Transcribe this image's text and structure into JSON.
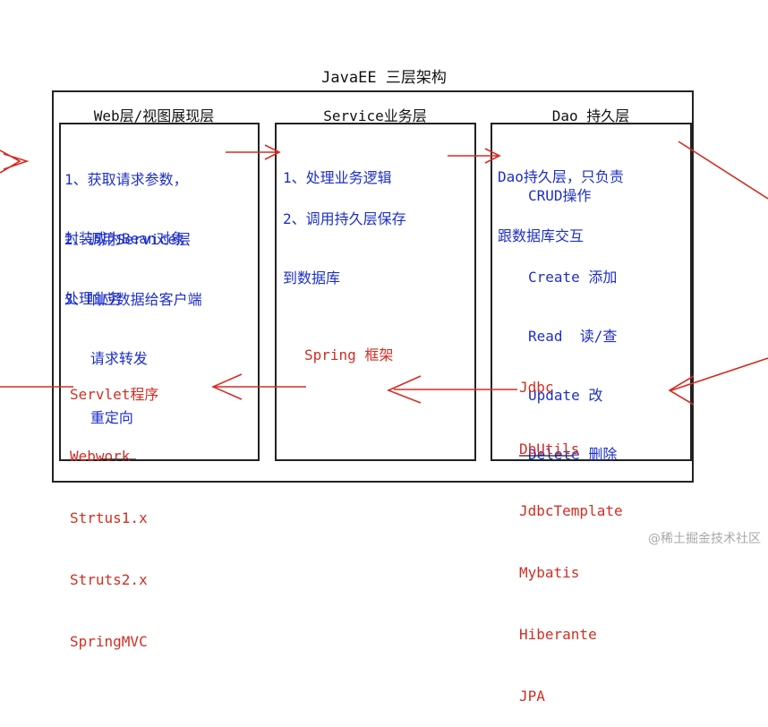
{
  "title": "JavaEE 三层架构",
  "web": {
    "header": "Web层/视图展现层",
    "item1": [
      "1、获取请求参数，",
      "封装成为Bean对象"
    ],
    "item2": [
      "2、调用Service层",
      "处理业务"
    ],
    "item3": [
      "3、响应数据给客户端",
      "   请求转发",
      "   重定向"
    ],
    "frameworks": [
      "Servlet程序",
      "Webwork",
      "Strtus1.x",
      "Struts2.x",
      "SpringMVC"
    ]
  },
  "service": {
    "header": "Service业务层",
    "item1": [
      "1、处理业务逻辑"
    ],
    "item2": [
      "2、调用持久层保存",
      "到数据库"
    ],
    "framework": "Spring 框架"
  },
  "dao": {
    "header": "Dao 持久层",
    "desc": [
      "Dao持久层，只负责",
      "跟数据库交互"
    ],
    "crud_title": "CRUD操作",
    "crud": [
      "Create 添加",
      "Read  读/查",
      "Update 改",
      "Delete 删除"
    ],
    "frameworks": [
      "Jdbc",
      "DbUtils",
      "JdbcTemplate",
      "Mybatis",
      "Hiberante",
      "JPA"
    ]
  },
  "colors": {
    "text_blue": "#1d2fc8",
    "text_red": "#d42d22",
    "border": "#222222"
  },
  "watermark": "@稀土掘金技术社区"
}
